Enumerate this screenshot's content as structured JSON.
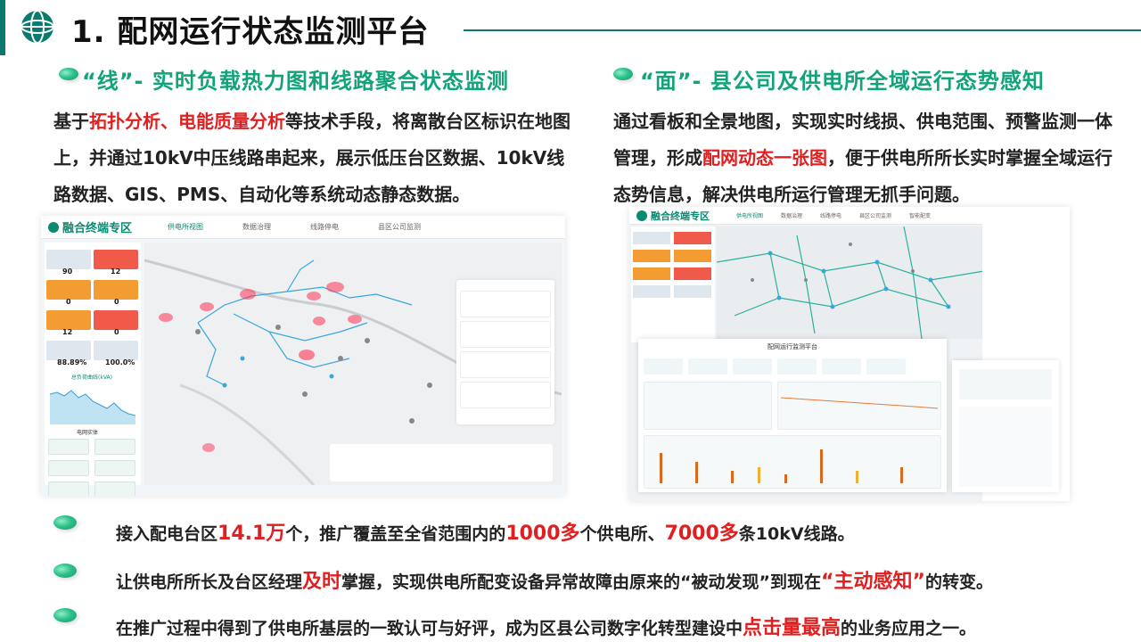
{
  "header": {
    "title": "1. 配网运行状态监测平台",
    "accent": "#0b7a6e"
  },
  "left_section": {
    "title": "“线”- 实时负载热力图和线路聚合状态监测",
    "para": [
      {
        "text": "基于",
        "hl": false
      },
      {
        "text": "拓扑分析、电能质量分析",
        "hl": true
      },
      {
        "text": "等技术手段，将离散台区标识在地图上，并通过10kV中压线路串起来，展示低压台区数据、10kV线路数据、GIS、PMS、自动化等系统动态静态数据。",
        "hl": false
      }
    ]
  },
  "right_section": {
    "title": "“面”- 县公司及供电所全域运行态势感知",
    "para": [
      {
        "text": "通过看板和全景地图，实现实时线损、供电范围、预警监测一体管理，形成",
        "hl": false
      },
      {
        "text": "配网动态一张图",
        "hl": true
      },
      {
        "text": "，便于供电所所长实时掌握全域运行态势信息，解决供电所运行管理无抓手问题。",
        "hl": false
      }
    ]
  },
  "screenshot_left": {
    "brand": "融合终端专区",
    "nav": [
      "供电所视图",
      "数据治理",
      "线路停电",
      "县区公司监测"
    ],
    "side_values": [
      "90",
      "12",
      "0",
      "0",
      "12",
      "0",
      "88.89%",
      "100.0%"
    ],
    "chart_label": "总负荷曲线(kVA)",
    "section_label": "电网实体"
  },
  "screenshot_right": {
    "brand": "融合终端专区",
    "dash_title": "配网运行监测平台",
    "nav": [
      "供电所视图",
      "数据治理",
      "线路停电",
      "县区公司监测",
      "智能配变"
    ]
  },
  "bottom": [
    [
      {
        "text": "接入配电台区",
        "hl": false
      },
      {
        "text": "14.1万",
        "hl": true
      },
      {
        "text": "个，推广覆盖至全省范围内的",
        "hl": false
      },
      {
        "text": "1000多",
        "hl": true
      },
      {
        "text": "个供电所、",
        "hl": false
      },
      {
        "text": "7000多",
        "hl": true
      },
      {
        "text": "条10kV线路。",
        "hl": false
      }
    ],
    [
      {
        "text": "让供电所所长及台区经理",
        "hl": false
      },
      {
        "text": "及时",
        "hl": true
      },
      {
        "text": "掌握，实现供电所配变设备异常故障由原来的“被动发现”到现在",
        "hl": false
      },
      {
        "text": "“主动感知”",
        "hl": true
      },
      {
        "text": "的转变。",
        "hl": false
      }
    ],
    [
      {
        "text": "在推广过程中得到了供电所基层的一致认可与好评，成为区县公司数字化转型建设中",
        "hl": false
      },
      {
        "text": "点击量最高",
        "hl": true
      },
      {
        "text": "的业务应用之一。",
        "hl": false
      }
    ]
  ]
}
